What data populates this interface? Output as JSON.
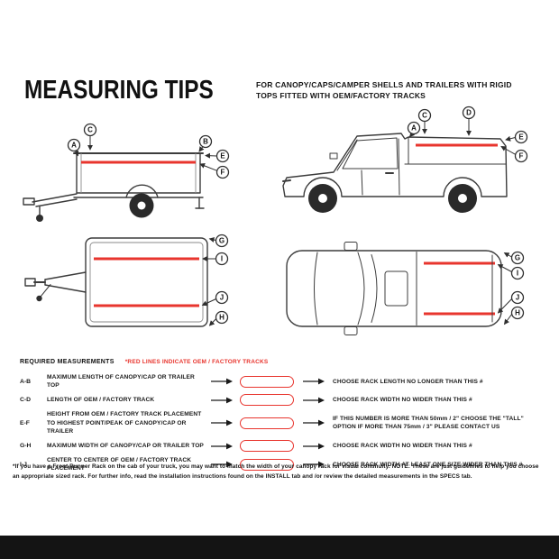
{
  "colors": {
    "accent_red": "#e8352e",
    "line_gray": "#3c3c3c",
    "text": "#1a1a1a"
  },
  "header": {
    "title": "MEASURING TIPS",
    "subtitle": "FOR CANOPY/CAPS/CAMPER SHELLS AND TRAILERS WITH RIGID TOPS FITTED WITH OEM/FACTORY TRACKS"
  },
  "diagrams": {
    "trailer_side": {
      "labels": [
        "C",
        "A",
        "B",
        "E",
        "F"
      ]
    },
    "truck_side": {
      "labels": [
        "A",
        "C",
        "D",
        "E",
        "F"
      ]
    },
    "trailer_top": {
      "labels": [
        "G",
        "I",
        "J",
        "H"
      ]
    },
    "truck_top": {
      "labels": [
        "G",
        "I",
        "J",
        "H"
      ]
    }
  },
  "measurements": {
    "section_title": "REQUIRED MEASUREMENTS",
    "legend": "*RED LINES INDICATE OEM / FACTORY TRACKS",
    "rows": [
      {
        "id": "A-B",
        "description": "MAXIMUM LENGTH OF CANOPY/CAP OR TRAILER TOP",
        "result": "CHOOSE RACK LENGTH NO LONGER THAN THIS #"
      },
      {
        "id": "C-D",
        "description": "LENGTH OF OEM / FACTORY TRACK",
        "result": "CHOOSE RACK WIDTH NO WIDER THAN THIS #"
      },
      {
        "id": "E-F",
        "description": "HEIGHT FROM OEM / FACTORY TRACK PLACEMENT TO HIGHEST POINT/PEAK OF CANOPY/CAP OR TRAILER",
        "result": "IF THIS NUMBER IS MORE THAN 50mm / 2\" CHOOSE THE \"TALL\" OPTION IF MORE THAN 75mm / 3\" PLEASE CONTACT US"
      },
      {
        "id": "G-H",
        "description": "MAXIMUM WIDTH OF CANOPY/CAP OR TRAILER TOP",
        "result": "CHOOSE RACK WIDTH NO WIDER THAN THIS #"
      },
      {
        "id": "I-J",
        "description": "CENTER TO CENTER OF OEM / FACTORY TRACK PLACEMENT",
        "result": "CHOOSE RACK WIDTH AT LEAST ONE SIZE WIDER THAN THIS #"
      }
    ]
  },
  "footnote": "*If you have a Front Runner Rack on the cab of your truck, you may want to match the width of your canopy rack for visual continuity. NOTE: These are just guidelines to help you choose an appropriate sized rack. For further info, read the installation instructions found on the INSTALL tab and /or review the detailed measurements in the SPECS tab."
}
